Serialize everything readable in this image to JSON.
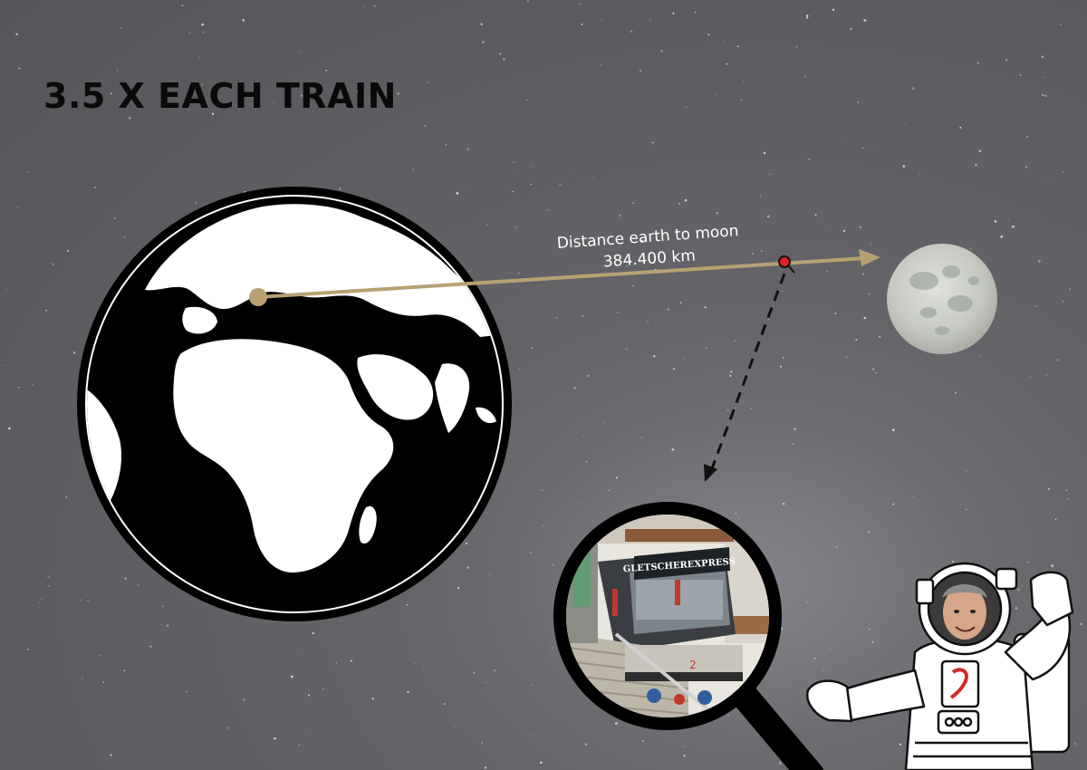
{
  "title": "3.5 X EACH TRAIN",
  "distance": {
    "label": "Distance earth to moon",
    "value": "384.400 km"
  },
  "train_photo": {
    "sign_text": "GLETSCHEREXPRESS",
    "car_number": "2"
  },
  "colors": {
    "background": "#5f5f63",
    "arrow": "#b7a172",
    "earth_ocean": "#000000",
    "earth_land": "#ffffff",
    "moon": "#c9cdc6",
    "marker_red": "#e02020"
  },
  "icons": [
    "earth-globe-icon",
    "moon-icon",
    "magnifier-icon",
    "astronaut-icon",
    "location-dot-icon"
  ]
}
